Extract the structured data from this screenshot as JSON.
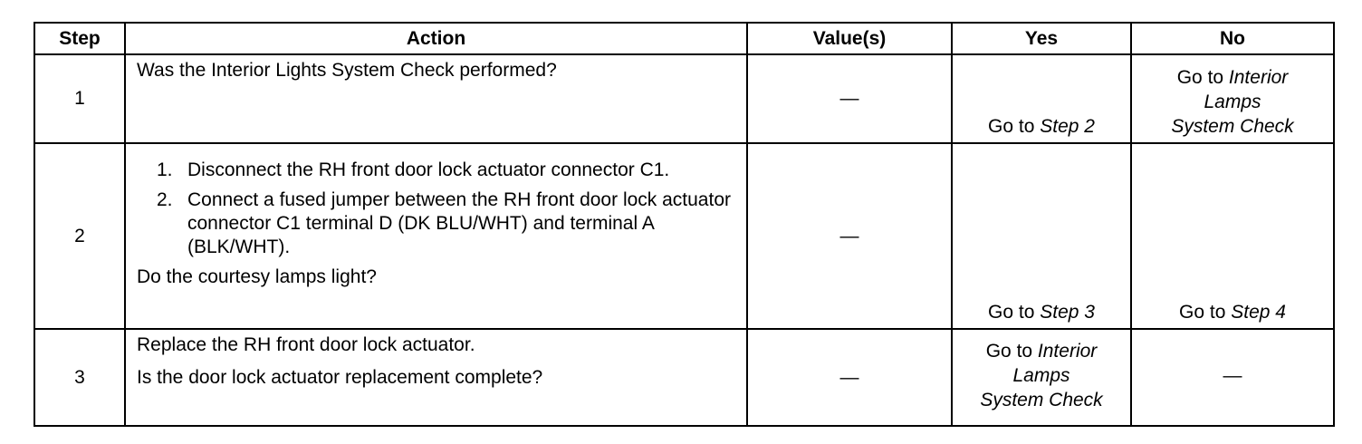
{
  "headers": {
    "step": "Step",
    "action": "Action",
    "value": "Value(s)",
    "yes": "Yes",
    "no": "No"
  },
  "rows": [
    {
      "step": "1",
      "action_text": "Was the Interior Lights System Check performed?",
      "value": "—",
      "yes": {
        "prefix": "Go to ",
        "target": "Step 2"
      },
      "no": {
        "prefix": "Go to ",
        "target_line1": "Interior",
        "target_line2": "Lamps",
        "target_line3": "System Check"
      }
    },
    {
      "step": "2",
      "substeps": [
        {
          "num": "1.",
          "text": "Disconnect the RH front door lock actuator connector C1."
        },
        {
          "num": "2.",
          "text": "Connect a fused jumper between the RH front door lock actuator connector C1 terminal D (DK BLU/WHT) and terminal A (BLK/WHT)."
        }
      ],
      "question": "Do the courtesy lamps light?",
      "value": "—",
      "yes": {
        "prefix": "Go to ",
        "target": "Step 3"
      },
      "no": {
        "prefix": "Go to ",
        "target": "Step 4"
      }
    },
    {
      "step": "3",
      "action_line1": "Replace the RH front door lock actuator.",
      "question": "Is the door lock actuator replacement complete?",
      "value": "—",
      "yes": {
        "prefix": "Go to ",
        "target_line1": "Interior",
        "target_line2": "Lamps",
        "target_line3": "System Check"
      },
      "no": "—"
    }
  ]
}
